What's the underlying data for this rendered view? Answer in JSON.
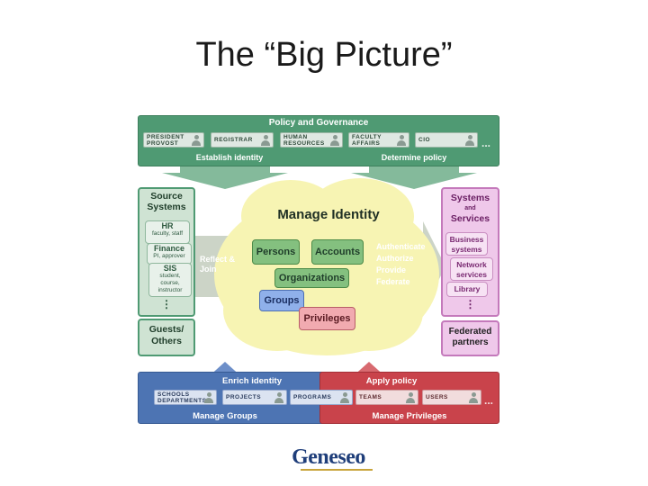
{
  "slide_title": "The “Big Picture”",
  "policy": {
    "title": "Policy and Governance",
    "chips": [
      "PRESIDENT PROVOST",
      "REGISTRAR",
      "HUMAN RESOURCES",
      "FACULTY AFFAIRS",
      "CIO"
    ],
    "ellipsis": "...",
    "left_caption": "Establish identity",
    "right_caption": "Determine policy"
  },
  "source_systems": {
    "title": "Source Systems",
    "items": [
      {
        "name": "HR",
        "detail": "faculty, staff"
      },
      {
        "name": "Finance",
        "detail": "PI, approver"
      },
      {
        "name": "SIS",
        "detail": "student, course, instructor"
      }
    ],
    "more": "⋮",
    "guests": "Guests/ Others"
  },
  "reflect_join": "Reflect & Join",
  "manage_identity": {
    "title": "Manage Identity",
    "persons": "Persons",
    "accounts": "Accounts",
    "organizations": "Organizations",
    "groups": "Groups",
    "privileges": "Privileges"
  },
  "actions": [
    "Authenticate",
    "Authorize",
    "Provide",
    "Federate"
  ],
  "systems": {
    "title": "Systems",
    "and": "and",
    "services": "Services",
    "items": [
      "Business systems",
      "Network services",
      "Library"
    ],
    "more": "⋮",
    "federated": "Federated partners"
  },
  "groups_band": {
    "top_caption": "Enrich identity",
    "chips": [
      "SCHOOLS DEPARTMENTS",
      "PROJECTS",
      "PROGRAMS"
    ],
    "bottom_caption": "Manage Groups"
  },
  "privileges_band": {
    "top_caption": "Apply policy",
    "chips": [
      "TEAMS",
      "USERS"
    ],
    "ellipsis": "...",
    "bottom_caption": "Manage Privileges"
  },
  "logo": "Geneseo",
  "colors": {
    "green": "#4f9a73",
    "pink": "#c479bb",
    "blue": "#4d74b3",
    "red": "#c9434b",
    "cloud": "#f7f4b3"
  }
}
